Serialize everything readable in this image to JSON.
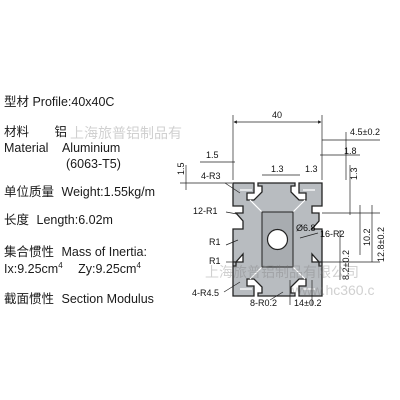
{
  "specs": {
    "profile": "型材 Profile:40x40C",
    "material_cn": "材料",
    "material_cn_value": "铝",
    "material_en": "Material",
    "material_en_value": "Aluminium",
    "material_grade": "(6063-T5)",
    "weight_cn": "单位质量",
    "weight_en": "Weight:1.55kg/m",
    "length_cn": "长度",
    "length_en": "Length:6.02m",
    "inertia_cn": "集合惯性",
    "inertia_en": "Mass of Inertia:",
    "ix": "Ix:9.25cm",
    "zy": "Zy:9.25cm",
    "exp": "4",
    "modulus_cn": "截面惯性",
    "modulus_en": "Section Modulus"
  },
  "dimensions": {
    "width": "40",
    "top_right": "4.5±0.2",
    "slot_offset": "1.8",
    "left_small": "1.5",
    "left_height": "1.5",
    "r_top": "4-R3",
    "inner_a": "1.3",
    "inner_b": "1.3",
    "right_small": "1.3",
    "r12": "12-R1",
    "r16": "16-R2",
    "bore": "Ø6.8",
    "r1_a": "R1",
    "r1_b": "R1",
    "h10": "10.2",
    "h12": "12.8±0.2",
    "h8": "8.2±0.2",
    "r45": "4-R4.5",
    "r_bottom": "8-R0.2",
    "bottom": "14±0.2"
  },
  "watermark": {
    "top": "上海旅普铝制品有",
    "bottom": "上海旅普铝制品有限公司",
    "url": "www.hc360.c"
  },
  "colors": {
    "profile_fill": "#b8bcc0",
    "profile_stroke": "#222222"
  }
}
